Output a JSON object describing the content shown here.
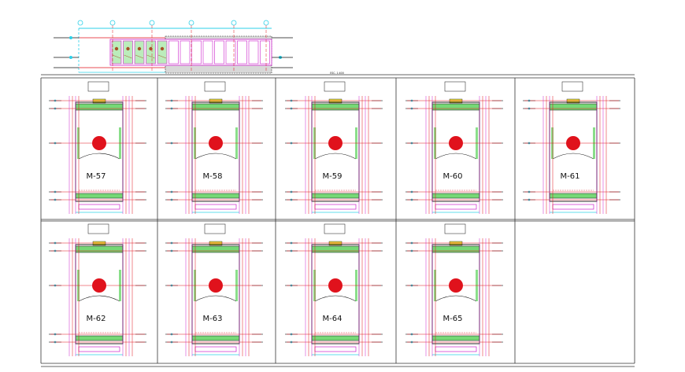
{
  "drawing": {
    "scale_note": "ESC. 1:400",
    "colors": {
      "grid_red": "#e0121c",
      "dim_cyan": "#2bd0e8",
      "panel_green": "#3cc83c",
      "magenta": "#cc22cc",
      "yellow_fill": "#e8e040",
      "text_black": "#111111",
      "frame_gray": "#555555"
    },
    "panels": [
      {
        "label": "M-57"
      },
      {
        "label": "M-58"
      },
      {
        "label": "M-59"
      },
      {
        "label": "M-60"
      },
      {
        "label": "M-61"
      },
      {
        "label": "M-62"
      },
      {
        "label": "M-63"
      },
      {
        "label": "M-64"
      },
      {
        "label": "M-65"
      }
    ]
  }
}
